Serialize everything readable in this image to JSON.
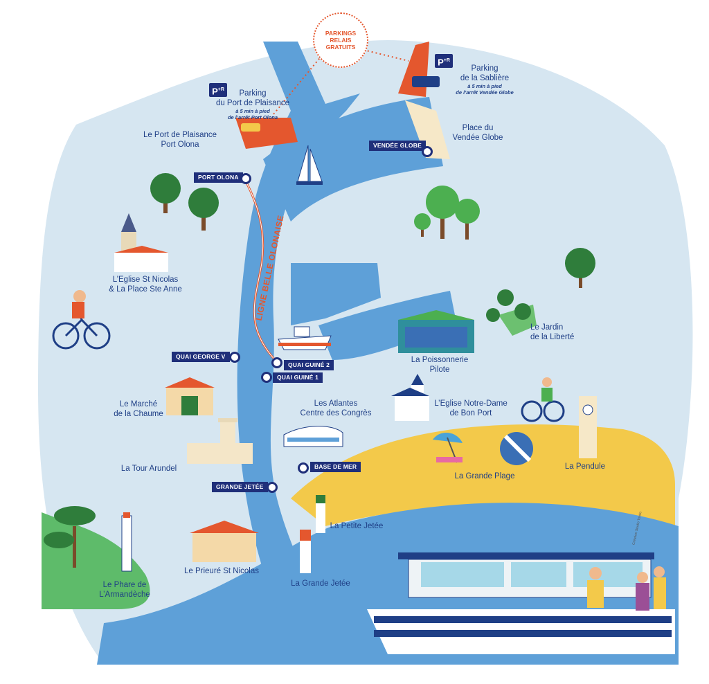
{
  "colors": {
    "land": "#d6e6f1",
    "water": "#5ea0d8",
    "beach": "#f3c94a",
    "park": "#5ebb6a",
    "accent": "#e4572e",
    "navy": "#1f2f7a"
  },
  "badge": {
    "line1": "PARKINGS",
    "line2": "RELAIS",
    "line3": "GRATUITS"
  },
  "line_name": "LIGNE BELLE OLONAISE",
  "parkings": {
    "plaisance": {
      "icon": "P+R",
      "title1": "Parking",
      "title2": "du Port de Plaisance",
      "note1": "à 5 min à pied",
      "note2": "de l’arrêt Port Olona"
    },
    "sabliere": {
      "icon": "P+R",
      "title1": "Parking",
      "title2": "de la Sablière",
      "note1": "à 5 min à pied",
      "note2": "de l’arrêt Vendée Globe"
    }
  },
  "stops": {
    "port_olona": "PORT OLONA",
    "vendee_globe": "VENDÉE GLOBE",
    "quai_george": "QUAI GEORGE V",
    "quai_guine2": "QUAI GUINÉ 2",
    "quai_guine1": "QUAI GUINÉ 1",
    "base_mer": "BASE DE MER",
    "grande_jetee": "GRANDE JETÉE"
  },
  "places": {
    "port_plaisance": [
      "Le Port de Plaisance",
      "Port Olona"
    ],
    "place_vendee": [
      "Place du",
      "Vendée Globe"
    ],
    "eglise_nicolas": [
      "L’Eglise St Nicolas",
      "& La Place Ste Anne"
    ],
    "jardin": [
      "Le Jardin",
      "de la Liberté"
    ],
    "poissonnerie": [
      "La Poissonnerie",
      "Pilote"
    ],
    "atlantes": [
      "Les Atlantes",
      "Centre des Congrès"
    ],
    "marche": [
      "Le Marché",
      "de la Chaume"
    ],
    "eglise_notre_dame": [
      "L’Eglise Notre-Dame",
      "de Bon Port"
    ],
    "tour": "La Tour Arundel",
    "grande_plage": "La Grande Plage",
    "pendule": "La Pendule",
    "petite_jetee": "La Petite Jetée",
    "grande_jetee": "La Grande Jetée",
    "prieure": "Le Prieuré St Nicolas",
    "phare": [
      "Le Phare de",
      "L’Armandèche"
    ]
  },
  "credit": "Création Studio Tonito"
}
